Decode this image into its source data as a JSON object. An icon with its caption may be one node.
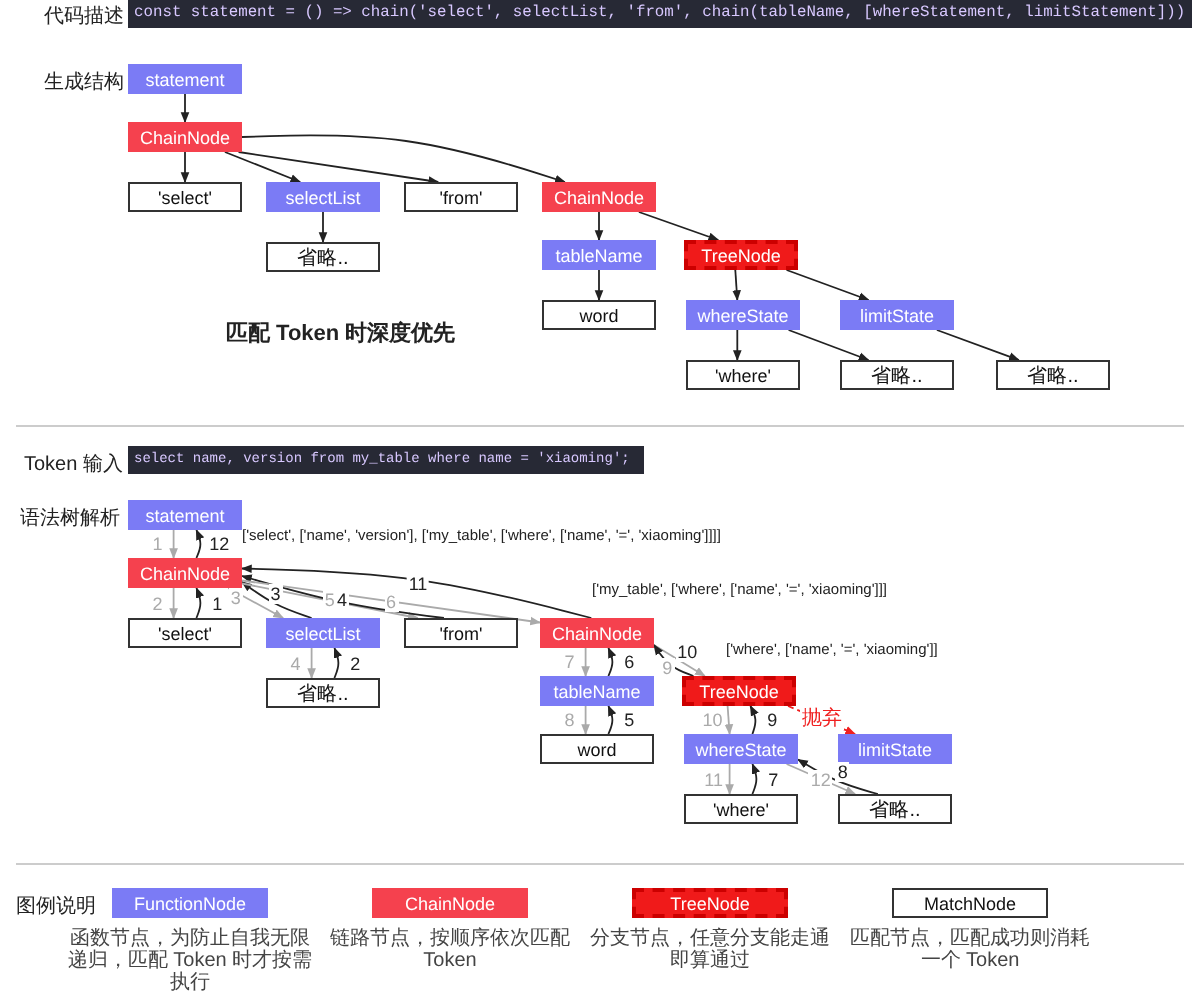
{
  "diagram": {
    "nodes": [
      {
        "text": [
          "statement"
        ]
      },
      {
        "text": [
          "ChainNode"
        ]
      },
      {
        "text": [
          "'select'"
        ]
      },
      {
        "text": [
          "selectList"
        ]
      },
      {
        "text": [
          "'from'"
        ]
      },
      {
        "text": [
          "ChainNode"
        ]
      },
      {
        "text": [
          "省略.."
        ]
      },
      {
        "text": [
          "tableName"
        ]
      },
      {
        "text": [
          "TreeNode"
        ]
      },
      {
        "text": [
          "word"
        ]
      },
      {
        "text": [
          "whereState"
        ]
      },
      {
        "text": [
          "limitState"
        ]
      },
      {
        "text": [
          "'where'"
        ]
      },
      {
        "text": [
          "省略.."
        ]
      },
      {
        "text": [
          "省略.."
        ]
      },
      {
        "text": [
          "statement"
        ]
      },
      {
        "text": [
          "ChainNode"
        ]
      },
      {
        "text": [
          "'select'"
        ]
      },
      {
        "text": [
          "selectList"
        ]
      },
      {
        "text": [
          "'from'"
        ]
      },
      {
        "text": [
          "ChainNode"
        ]
      },
      {
        "text": [
          "省略.."
        ]
      },
      {
        "text": [
          "tableName"
        ]
      },
      {
        "text": [
          "TreeNode"
        ]
      },
      {
        "text": [
          "word"
        ]
      },
      {
        "text": [
          "whereState"
        ]
      },
      {
        "text": [
          "limitState"
        ]
      },
      {
        "text": [
          "'where'"
        ]
      },
      {
        "text": [
          "省略.."
        ]
      }
    ],
    "edges": [
      {
        "from": 0,
        "to": 1,
        "arrow": "to"
      },
      {
        "from": 1,
        "to": 2,
        "arrow": "to"
      },
      {
        "from": 1,
        "to": 3,
        "arrow": "to"
      },
      {
        "from": 1,
        "to": 4,
        "arrow": "to"
      },
      {
        "from": 1,
        "to": 5,
        "arrow": "to"
      },
      {
        "from": 3,
        "to": 6,
        "arrow": "to"
      },
      {
        "from": 5,
        "to": 7,
        "arrow": "to"
      },
      {
        "from": 5,
        "to": 8,
        "arrow": "to"
      },
      {
        "from": 8,
        "to": 10,
        "arrow": "to"
      },
      {
        "from": 8,
        "to": 11,
        "arrow": "to"
      },
      {
        "from": 10,
        "to": 12,
        "arrow": "to"
      },
      {
        "from": 10,
        "to": 13,
        "arrow": "to"
      },
      {
        "from": 11,
        "to": 14,
        "arrow": "to"
      },
      {
        "from": 15,
        "to": 16,
        "arrow": "to",
        "label": "1",
        "color": "#aaaaaa"
      },
      {
        "from": 16,
        "to": 15,
        "arrow": "to",
        "label": "12"
      },
      {
        "from": 16,
        "to": 17,
        "arrow": "to",
        "label": "2",
        "color": "#aaaaaa"
      },
      {
        "from": 17,
        "to": 16,
        "arrow": "to",
        "label": "1"
      },
      {
        "from": 16,
        "to": 18,
        "arrow": "to",
        "label": "3",
        "color": "#aaaaaa"
      },
      {
        "from": 18,
        "to": 16,
        "arrow": "to",
        "label": "3"
      },
      {
        "from": 18,
        "to": 21,
        "arrow": "to",
        "label": "4",
        "color": "#aaaaaa"
      },
      {
        "from": 21,
        "to": 18,
        "arrow": "to",
        "label": "2"
      },
      {
        "from": 16,
        "to": 19,
        "arrow": "to",
        "label": "5",
        "color": "#aaaaaa"
      },
      {
        "from": 19,
        "to": 16,
        "arrow": "to",
        "label": "4"
      },
      {
        "from": 16,
        "to": 20,
        "arrow": "to",
        "label": "6",
        "color": "#aaaaaa"
      },
      {
        "from": 20,
        "to": 16,
        "arrow": "to",
        "label": "11"
      },
      {
        "from": 20,
        "to": 22,
        "arrow": "to",
        "label": "7",
        "color": "#aaaaaa"
      },
      {
        "from": 22,
        "to": 20,
        "arrow": "to",
        "label": "6"
      },
      {
        "from": 22,
        "to": 24,
        "arrow": "to",
        "label": "8",
        "color": "#aaaaaa"
      },
      {
        "from": 24,
        "to": 22,
        "arrow": "to",
        "label": "5"
      },
      {
        "from": 20,
        "to": 23,
        "arrow": "to",
        "label": "9",
        "color": "#aaaaaa"
      },
      {
        "from": 23,
        "to": 20,
        "arrow": "to",
        "label": "10"
      },
      {
        "from": 23,
        "to": 25,
        "arrow": "to",
        "label": "10",
        "color": "#aaaaaa"
      },
      {
        "from": 25,
        "to": 23,
        "arrow": "to",
        "label": "9"
      },
      {
        "from": 25,
        "to": 27,
        "arrow": "to",
        "label": "11",
        "color": "#aaaaaa"
      },
      {
        "from": 27,
        "to": 25,
        "arrow": "to",
        "label": "7"
      },
      {
        "from": 25,
        "to": 28,
        "arrow": "to",
        "label": "12",
        "color": "#aaaaaa"
      },
      {
        "from": 28,
        "to": 25,
        "arrow": "to",
        "label": "8"
      },
      {
        "from": 23,
        "to": 26,
        "arrow": "to",
        "label": "抛弃",
        "style": "dashed",
        "color": "#f02020"
      },
      {
        "from": 7,
        "to": 9,
        "arrow": "to"
      }
    ],
    "labels": [
      "代码描述",
      "const statement = () => chain('select', selectList, 'from', chain(tableName, [whereStatement, limitStatement]))",
      "生成结构",
      "匹配 Token 时深度优先",
      "Token 输入",
      "select name, version from my_table where name = 'xiaoming';",
      "语法树解析",
      "['select', ['name', 'version'], ['my_table', ['where', ['name', '=', 'xiaoming']]]]",
      "['my_table', ['where', ['name', '=', 'xiaoming']]]",
      "['where', ['name', '=', 'xiaoming']]",
      "图例说明",
      "函数节点，为防止自我无限递归，匹配 Token 时才按需执行",
      "链路节点，按顺序依次匹配 Token",
      "分支节点，任意分支能走通即算通过",
      "匹配节点，匹配成功则消耗一个 Token"
    ],
    "legend": [
      {
        "text": "FunctionNode",
        "color": "#7b7bf5"
      },
      {
        "text": "ChainNode",
        "color": "#f5414e"
      },
      {
        "text": "TreeNode",
        "color": "#f01a1a"
      },
      {
        "text": "MatchNode",
        "color": "#ffffff"
      }
    ]
  }
}
